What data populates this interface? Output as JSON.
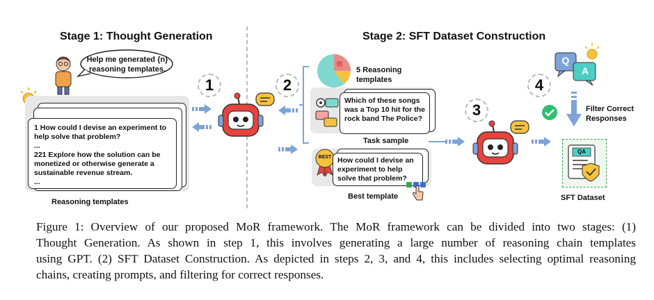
{
  "stage1": {
    "title": "Stage 1:  Thought Generation",
    "speech": "Help me generated {n} reasoning templates.",
    "template_line1": "1    How could I devise an experiment to help solve that problem?",
    "ellipsis_a": "...",
    "template_line2": "221 Explore how the solution can be monetized or otherwise generate a sustainable revenue stream.",
    "ellipsis_b": "...",
    "templates_label": "Reasoning templates",
    "step": "1"
  },
  "stage2": {
    "title": "Stage 2:  SFT Dataset Construction",
    "step2": "2",
    "step3": "3",
    "step4": "4",
    "five_templates": "5 Reasoning templates",
    "task_question": "Which of these songs was a Top 10 hit for the rock band The Police?",
    "task_label": "Task sample",
    "best_text": "How could I devise an experiment to help solve that problem?",
    "best_badge": "BEST",
    "best_label": "Best template",
    "filter_label": "Filter Correct Responses",
    "sft_label": "SFT Dataset",
    "q_letter": "Q",
    "a_letter": "A",
    "qa_letters": "QA"
  },
  "caption": {
    "line1": "Figure 1: Overview of our proposed MoR framework. The MoR framework can be divided into two stages: (1)",
    "line2": "Thought Generation.  As shown in step 1, this involves generating a large number of reasoning chain templates",
    "line3": "using GPT. (2) SFT Dataset Construction. As depicted in steps 2, 3, and 4, this includes selecting optimal reasoning",
    "line4": "chains, creating prompts, and filtering for correct responses."
  },
  "colors": {
    "robot_red": "#e8433c",
    "accent_blue": "#7da3d8",
    "sft_green": "#35a853",
    "check_green": "#2fbf71",
    "bulb_yellow": "#f6c23e"
  }
}
